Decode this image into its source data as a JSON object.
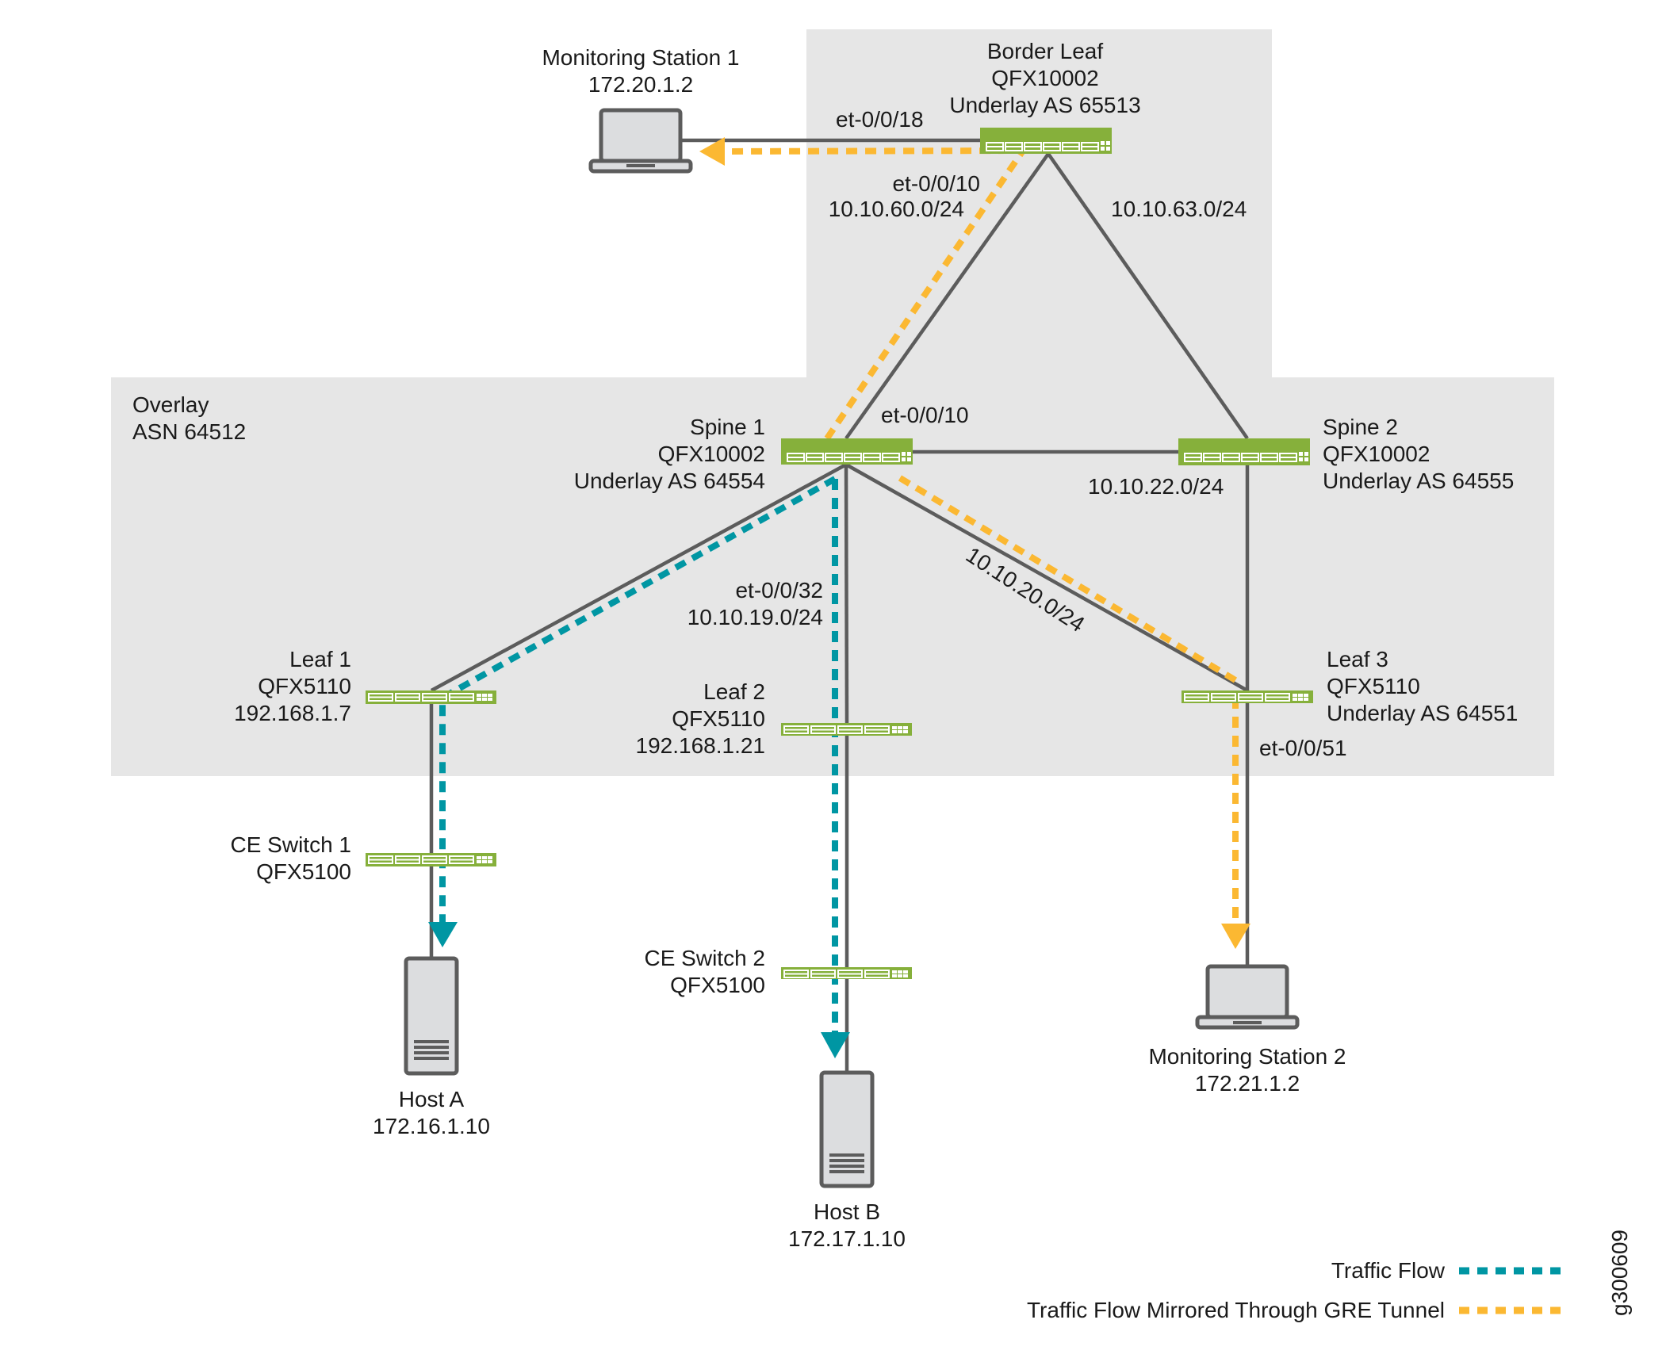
{
  "zones": {
    "overlay": {
      "line1": "Overlay",
      "line2": "ASN 64512"
    }
  },
  "devices": {
    "monitoring_station_1": {
      "name": "Monitoring Station 1",
      "ip": "172.20.1.2"
    },
    "border_leaf": {
      "name": "Border Leaf",
      "model": "QFX10002",
      "as": "Underlay AS 65513"
    },
    "spine_1": {
      "name": "Spine 1",
      "model": "QFX10002",
      "as": "Underlay AS 64554"
    },
    "spine_2": {
      "name": "Spine 2",
      "model": "QFX10002",
      "as": "Underlay AS 64555"
    },
    "leaf_1": {
      "name": "Leaf 1",
      "model": "QFX5110",
      "ip": "192.168.1.7"
    },
    "leaf_2": {
      "name": "Leaf 2",
      "model": "QFX5110",
      "ip": "192.168.1.21"
    },
    "leaf_3": {
      "name": "Leaf 3",
      "model": "QFX5110",
      "as": "Underlay AS 64551"
    },
    "ce_switch_1": {
      "name": "CE Switch 1",
      "model": "QFX5100"
    },
    "ce_switch_2": {
      "name": "CE Switch 2",
      "model": "QFX5100"
    },
    "host_a": {
      "name": "Host A",
      "ip": "172.16.1.10"
    },
    "host_b": {
      "name": "Host B",
      "ip": "172.17.1.10"
    },
    "monitoring_station_2": {
      "name": "Monitoring Station 2",
      "ip": "172.21.1.2"
    }
  },
  "link_labels": {
    "bl_ms1_port": "et-0/0/18",
    "bl_spine1_port": "et-0/0/10",
    "bl_spine1_subnet": "10.10.60.0/24",
    "bl_spine2_subnet": "10.10.63.0/24",
    "spine1_bl_port": "et-0/0/10",
    "spine1_spine2_subnet": "10.10.22.0/24",
    "spine1_leaf2_port": "et-0/0/32",
    "spine1_leaf2_subnet": "10.10.19.0/24",
    "spine1_leaf3_subnet": "10.10.20.0/24",
    "leaf3_ms2_port": "et-0/0/51"
  },
  "legend": {
    "traffic_flow": "Traffic Flow",
    "mirrored_flow": "Traffic Flow Mirrored Through GRE Tunnel"
  },
  "colors": {
    "traffic_flow": "#0096a3",
    "mirrored_flow": "#fbb832",
    "switch": "#86b03b",
    "zone": "#e6e6e6",
    "link": "#5c5c5c"
  },
  "figure_id": "g300609"
}
